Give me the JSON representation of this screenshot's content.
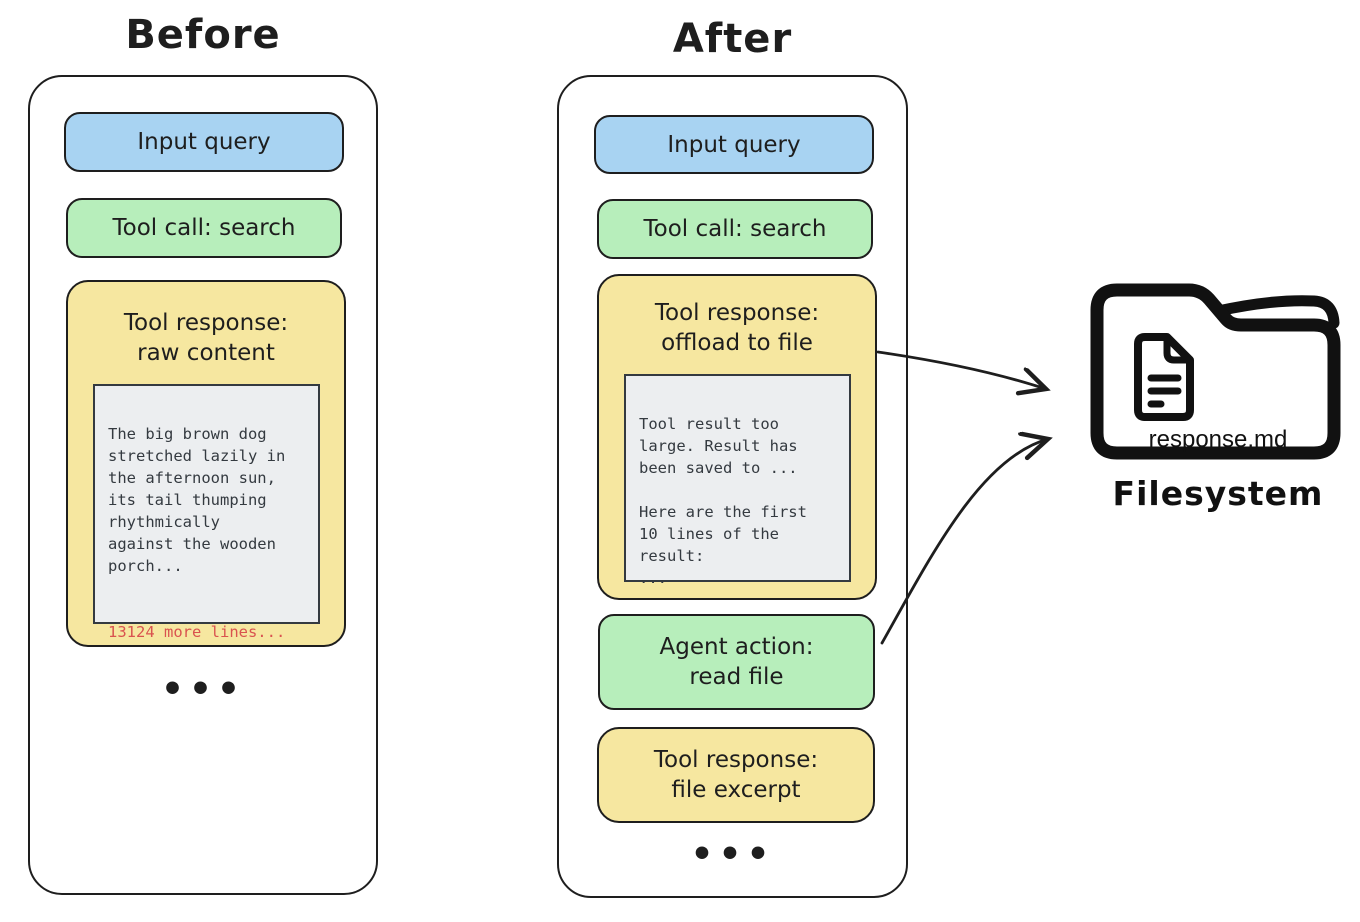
{
  "diagram": {
    "before": {
      "title": "Before",
      "input_query": "Input query",
      "tool_call": "Tool call: search",
      "tool_response_title": "Tool response:\nraw content",
      "raw_content": "The big brown dog\nstretched lazily in\nthe afternoon sun,\nits tail thumping\nrhythmically\nagainst the wooden\nporch...",
      "more_lines": "13124 more lines...",
      "ellipsis": "•••"
    },
    "after": {
      "title": "After",
      "input_query": "Input query",
      "tool_call": "Tool call: search",
      "tool_response_offload_title": "Tool response:\noffload to file",
      "offload_message": "Tool result too\nlarge. Result has\nbeen saved to ...\n\nHere are the first\n10 lines of the\nresult:\n...",
      "agent_action": "Agent action:\nread file",
      "tool_response_excerpt": "Tool response:\nfile excerpt",
      "ellipsis": "•••"
    },
    "filesystem": {
      "file_name": "response.md",
      "label": "Filesystem"
    },
    "colors": {
      "input_query_fill": "#a8d3f2",
      "tool_call_fill": "#b7eebb",
      "tool_response_fill": "#f6e7a0",
      "code_box_fill": "#eceef0",
      "truncation_text": "#d9534f",
      "ink": "#1e1e1e"
    }
  }
}
